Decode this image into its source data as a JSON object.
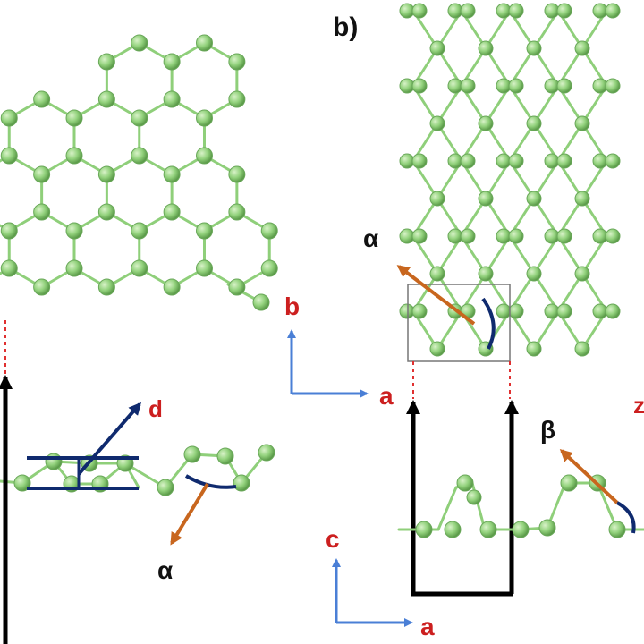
{
  "panels": {
    "right_label": "b)"
  },
  "labels": {
    "d": "d",
    "alpha_left": "α",
    "alpha_right": "α",
    "beta": "β",
    "b_axis": "b",
    "a_axis_top": "a",
    "c_axis": "c",
    "a_axis_bottom": "a",
    "cut_off_right": "z"
  },
  "colors": {
    "atom": "#8fcf7a",
    "bond": "#8fcf7a",
    "axis_arrow": "#4a7fd6",
    "axis_label": "#cc1f1f",
    "orange_arrow": "#c8661e",
    "navy": "#0f2a6e",
    "dashed": "#e03030"
  }
}
